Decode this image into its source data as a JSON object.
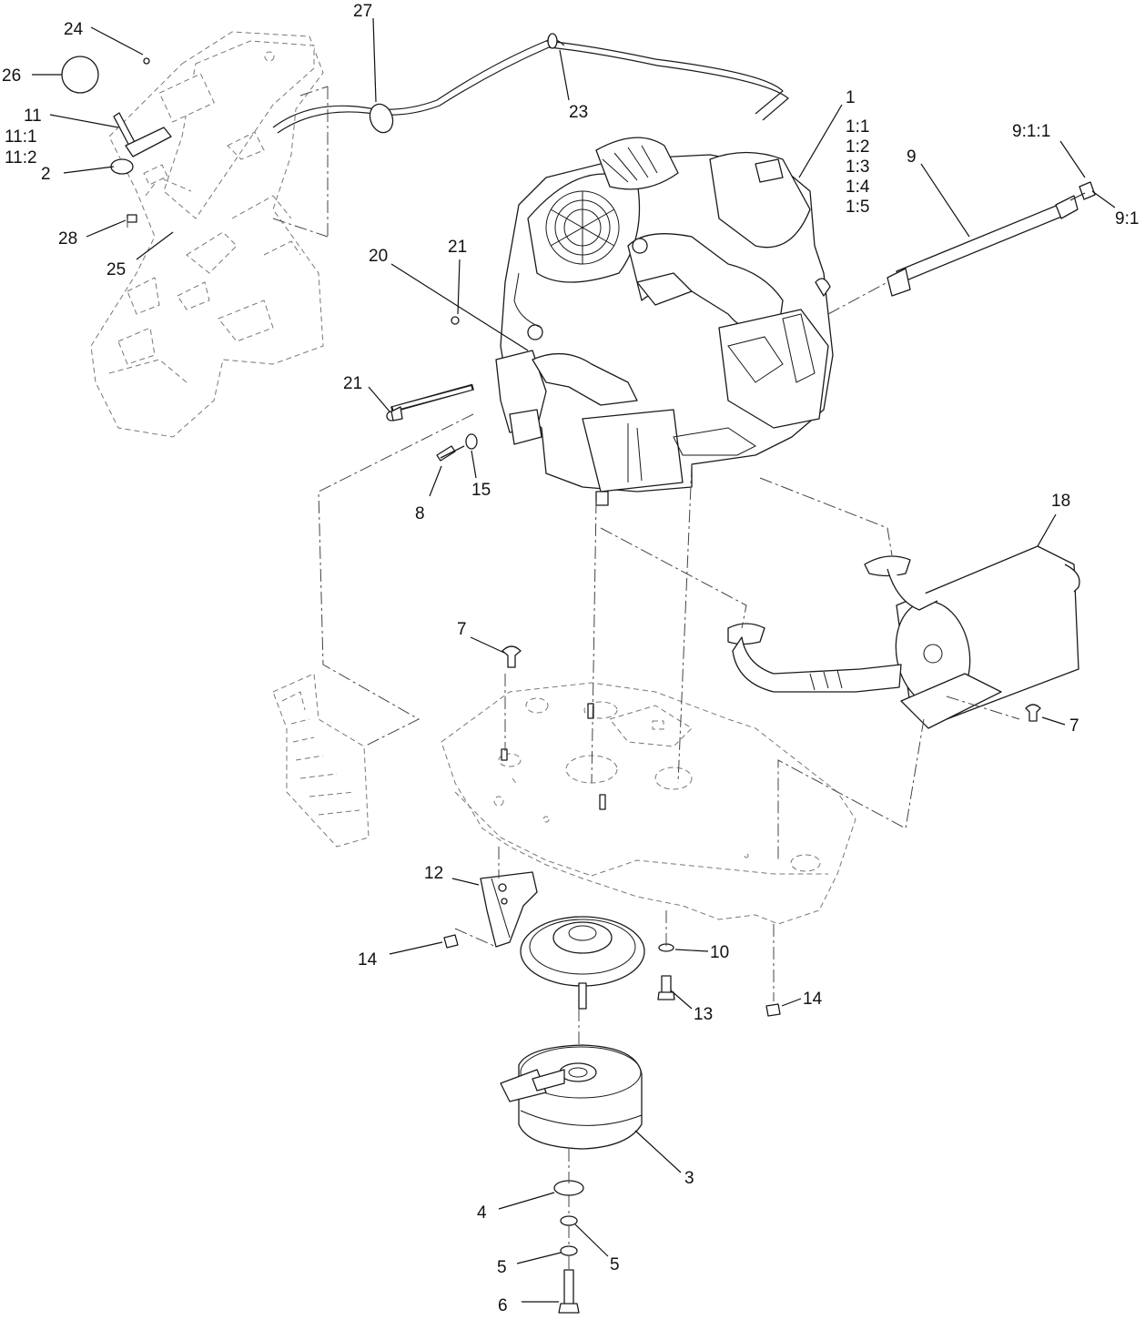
{
  "callouts": {
    "c1": "1",
    "c1_1": "1:1",
    "c1_2": "1:2",
    "c1_3": "1:3",
    "c1_4": "1:4",
    "c1_5": "1:5",
    "c2": "2",
    "c3": "3",
    "c4": "4",
    "c5a": "5",
    "c5b": "5",
    "c6": "6",
    "c7a": "7",
    "c7b": "7",
    "c8": "8",
    "c9": "9",
    "c9_1": "9:1",
    "c9_1_1": "9:1:1",
    "c10": "10",
    "c11": "11",
    "c11_1": "11:1",
    "c11_2": "11:2",
    "c12": "12",
    "c13": "13",
    "c14a": "14",
    "c14b": "14",
    "c15": "15",
    "c18": "18",
    "c20": "20",
    "c21a": "21",
    "c21b": "21",
    "c23": "23",
    "c24": "24",
    "c25": "25",
    "c26": "26",
    "c27": "27",
    "c28": "28"
  }
}
